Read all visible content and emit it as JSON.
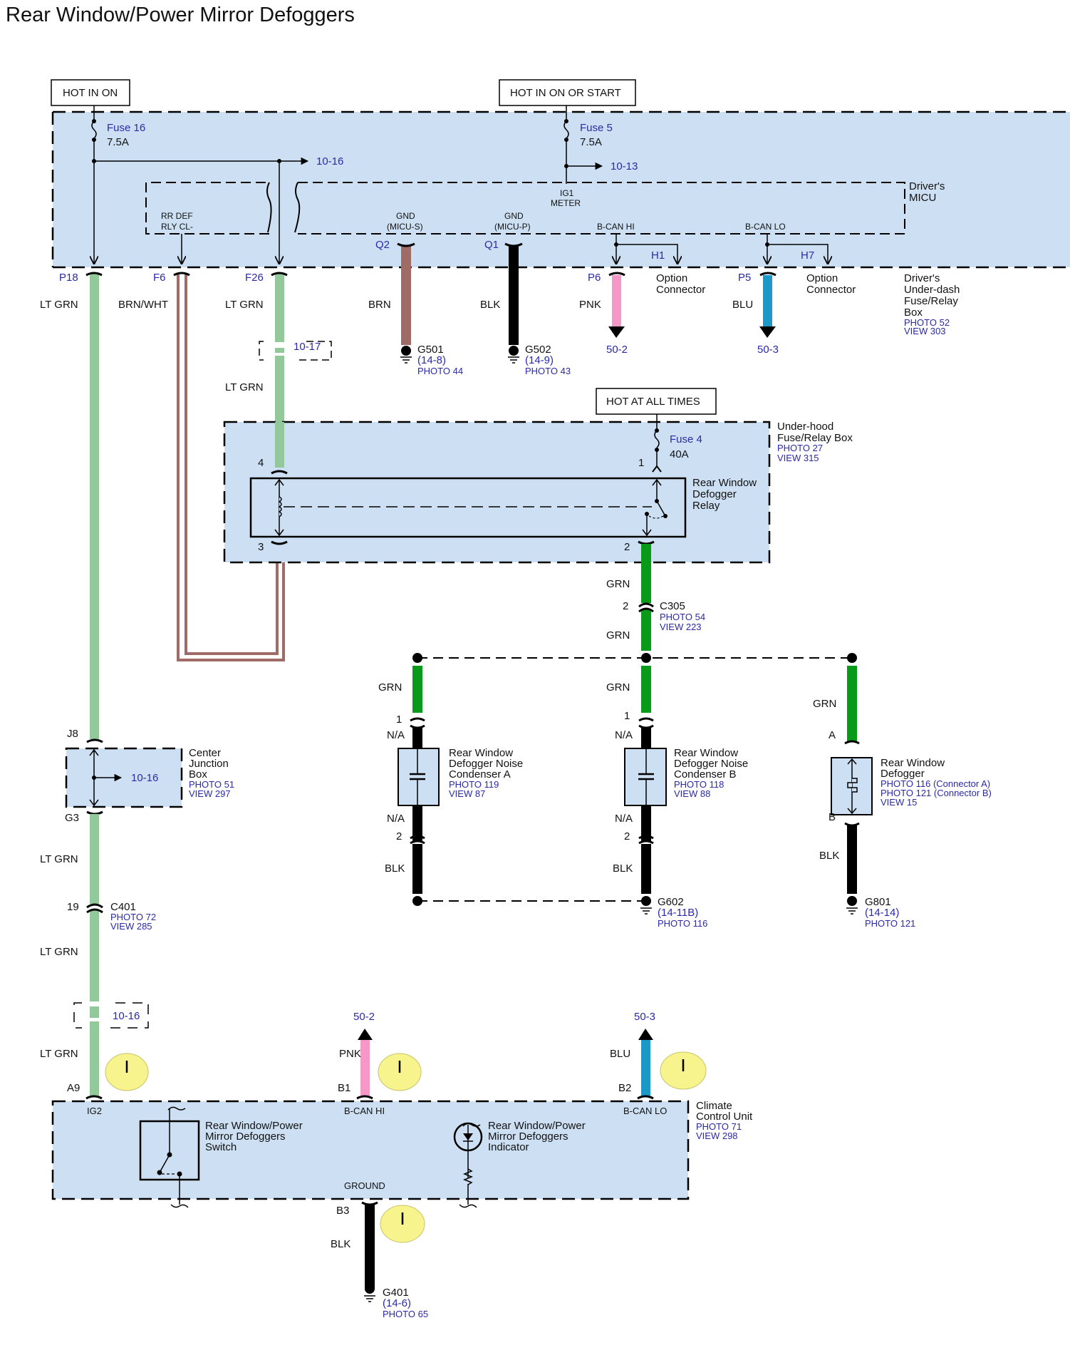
{
  "title": "Rear Window/Power Mirror Defoggers",
  "power_labels": {
    "hot_in_on": "HOT IN ON",
    "hot_in_on_or_start": "HOT IN ON OR START",
    "hot_at_all_times": "HOT AT ALL TIMES"
  },
  "underdash_box": {
    "name_lines": [
      "Driver's",
      "Under-dash",
      "Fuse/Relay",
      "Box"
    ],
    "photo": "PHOTO 52",
    "view": "VIEW 303",
    "fuse16": {
      "name": "Fuse 16",
      "rating": "7.5A",
      "ref": "10-16"
    },
    "fuse5": {
      "name": "Fuse 5",
      "rating": "7.5A",
      "ref": "10-13"
    },
    "micu": {
      "name_lines": [
        "Driver's",
        "MICU"
      ]
    },
    "pins": {
      "rr_def": [
        "RR DEF",
        "RLY CL-"
      ],
      "gnd_s": [
        "GND",
        "(MICU-S)"
      ],
      "gnd_p": [
        "GND",
        "(MICU-P)"
      ],
      "ig1": [
        "IG1",
        "METER"
      ],
      "bcan_hi": "B-CAN HI",
      "bcan_lo": "B-CAN LO"
    },
    "h1": "H1",
    "h7": "H7",
    "option_connector": [
      "Option",
      "Connector"
    ]
  },
  "terminals": {
    "p18": "P18",
    "f6": "F6",
    "f26": "F26",
    "q2": "Q2",
    "q1": "Q1",
    "p6": "P6",
    "p5": "P5"
  },
  "wires": {
    "lt_grn": "LT GRN",
    "brn_wht": "BRN/WHT",
    "brn": "BRN",
    "blk": "BLK",
    "pnk": "PNK",
    "blu": "BLU",
    "grn": "GRN",
    "na": "N/A"
  },
  "wire_colors": {
    "lt_grn": "#93c99a",
    "brn": "#a06a66",
    "blk": "#000000",
    "pnk": "#f598c8",
    "blu": "#1a98c8",
    "grn": "#0a9a1a",
    "box_fill": "#cde0f3",
    "ref_blue": "#2a2aa8",
    "indicator_yellow": "#f7f48e"
  },
  "refs": {
    "r1017": "10-17",
    "r1016": "10-16",
    "r502": "50-2",
    "r503": "50-3"
  },
  "grounds": {
    "g501": {
      "name": "G501",
      "ref": "(14-8)",
      "photo": "PHOTO 44"
    },
    "g502": {
      "name": "G502",
      "ref": "(14-9)",
      "photo": "PHOTO 43"
    },
    "g602": {
      "name": "G602",
      "ref": "(14-11B)",
      "photo": "PHOTO 116"
    },
    "g801": {
      "name": "G801",
      "ref": "(14-14)",
      "photo": "PHOTO 121"
    },
    "g401": {
      "name": "G401",
      "ref": "(14-6)",
      "photo": "PHOTO 65"
    }
  },
  "underhood_box": {
    "name_lines": [
      "Under-hood",
      "Fuse/Relay Box"
    ],
    "photo": "PHOTO 27",
    "view": "VIEW 315",
    "fuse4": {
      "name": "Fuse 4",
      "rating": "40A"
    },
    "relay_lines": [
      "Rear Window",
      "Defogger",
      "Relay"
    ],
    "pin1": "1",
    "pin2": "2",
    "pin3": "3",
    "pin4": "4"
  },
  "c305": {
    "pin": "2",
    "name": "C305",
    "photo": "PHOTO 54",
    "view": "VIEW 223"
  },
  "condenser_a": {
    "name_lines": [
      "Rear Window",
      "Defogger Noise",
      "Condenser A"
    ],
    "photo": "PHOTO 119",
    "view": "VIEW 87",
    "pin1": "1",
    "pin2": "2"
  },
  "condenser_b": {
    "name_lines": [
      "Rear Window",
      "Defogger Noise",
      "Condenser B"
    ],
    "photo": "PHOTO 118",
    "view": "VIEW 88",
    "pin1": "1",
    "pin2": "2"
  },
  "defogger": {
    "name_lines": [
      "Rear Window",
      "Defogger"
    ],
    "photo_a": "PHOTO 116 (Connector A)",
    "photo_b": "PHOTO 121 (Connector B)",
    "view": "VIEW 15",
    "pin_a": "A",
    "pin_b": "B"
  },
  "center_junction": {
    "name_lines": [
      "Center",
      "Junction",
      "Box"
    ],
    "photo": "PHOTO 51",
    "view": "VIEW 297",
    "pin_in": "J8",
    "pin_out": "G3",
    "ref": "10-16"
  },
  "c401": {
    "pin": "19",
    "name": "C401",
    "photo": "PHOTO 72",
    "view": "VIEW 285"
  },
  "climate_unit": {
    "name_lines": [
      "Climate",
      "Control Unit"
    ],
    "photo": "PHOTO 71",
    "view": "VIEW 298",
    "pins": {
      "a9": "A9",
      "b1": "B1",
      "b2": "B2",
      "b3": "B3"
    },
    "pin_labels": {
      "ig2": "IG2",
      "bcan_hi": "B-CAN HI",
      "bcan_lo": "B-CAN LO",
      "ground": "GROUND"
    },
    "switch_lines": [
      "Rear Window/Power",
      "Mirror Defoggers",
      "Switch"
    ],
    "indicator_lines": [
      "Rear Window/Power",
      "Mirror Defoggers",
      "Indicator"
    ]
  }
}
